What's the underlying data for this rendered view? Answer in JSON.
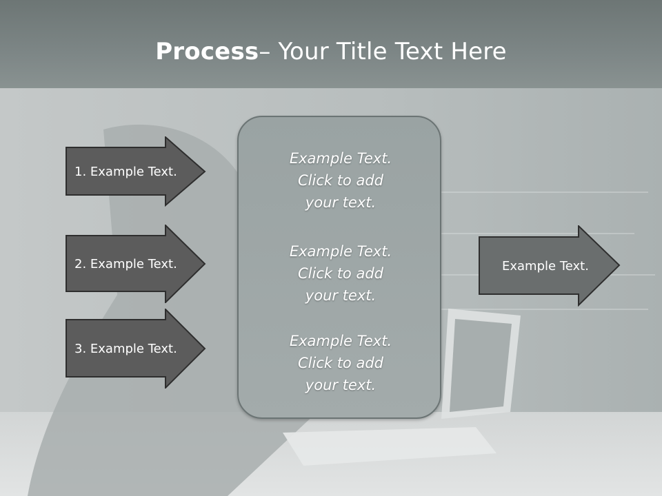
{
  "slide": {
    "title_bold": "Process",
    "title_rest": " – Your Title Text Here"
  },
  "left_arrows": [
    {
      "label": "1. Example Text."
    },
    {
      "label": "2. Example Text."
    },
    {
      "label": "3. Example Text."
    }
  ],
  "center_box": {
    "blocks": [
      {
        "lines": [
          "Example Text.",
          "Click  to add",
          "your text."
        ]
      },
      {
        "lines": [
          "Example Text.",
          "Click  to add",
          "your text."
        ]
      },
      {
        "lines": [
          "Example Text.",
          "Click  to add",
          "your text."
        ]
      }
    ]
  },
  "right_arrow": {
    "label": "Example Text."
  },
  "colors": {
    "arrow_fill": "#5c5c5c",
    "right_arrow_fill": "#6a6e6e",
    "box_fill": "#9ea6a6",
    "title_band": "#7d8686"
  }
}
